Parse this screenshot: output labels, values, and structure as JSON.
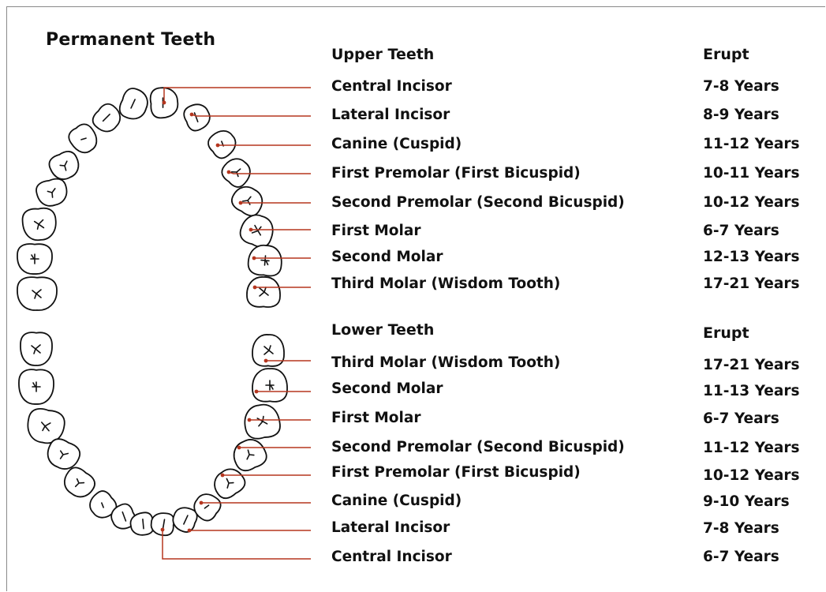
{
  "title": "Permanent Teeth",
  "colors": {
    "leader_line": "#b5361f",
    "text": "#111111",
    "outline": "#111111",
    "frame": "#8a8a8a"
  },
  "upper": {
    "heading": "Upper Teeth",
    "erupt_heading": "Erupt",
    "rows": [
      {
        "name": "Central Incisor",
        "erupt": "7-8 Years"
      },
      {
        "name": "Lateral Incisor",
        "erupt": "8-9 Years"
      },
      {
        "name": "Canine (Cuspid)",
        "erupt": "11-12 Years"
      },
      {
        "name": "First Premolar (First Bicuspid)",
        "erupt": "10-11 Years"
      },
      {
        "name": "Second Premolar (Second Bicuspid)",
        "erupt": "10-12 Years"
      },
      {
        "name": "First Molar",
        "erupt": "6-7 Years"
      },
      {
        "name": "Second Molar",
        "erupt": "12-13 Years"
      },
      {
        "name": "Third Molar (Wisdom Tooth)",
        "erupt": "17-21 Years"
      }
    ]
  },
  "lower": {
    "heading": "Lower Teeth",
    "erupt_heading": "Erupt",
    "rows": [
      {
        "name": "Third Molar (Wisdom Tooth)",
        "erupt": "17-21 Years"
      },
      {
        "name": "Second Molar",
        "erupt": "11-13 Years"
      },
      {
        "name": "First Molar",
        "erupt": "6-7 Years"
      },
      {
        "name": "Second Premolar (Second Bicuspid)",
        "erupt": "11-12 Years"
      },
      {
        "name": "First Premolar (First Bicuspid)",
        "erupt": "10-12 Years"
      },
      {
        "name": "Canine (Cuspid)",
        "erupt": "9-10 Years"
      },
      {
        "name": "Lateral Incisor",
        "erupt": "7-8 Years"
      },
      {
        "name": "Central Incisor",
        "erupt": "6-7 Years"
      }
    ]
  }
}
